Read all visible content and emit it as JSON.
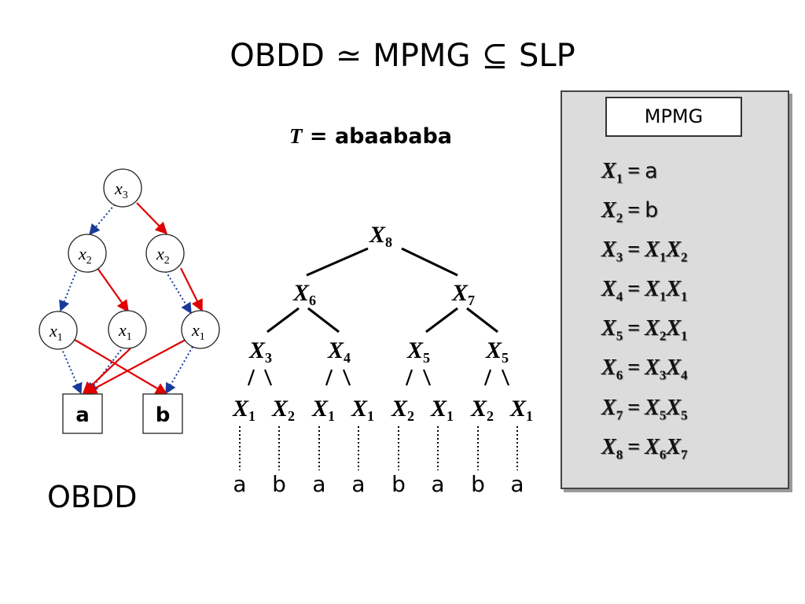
{
  "title": {
    "left": "OBDD",
    "sym1": "≃",
    "middle": "MPMG",
    "sym2": "⊆",
    "right": "SLP"
  },
  "text_string": {
    "var": "T",
    "eq": "=",
    "value": "abaababa"
  },
  "obdd": {
    "label": "OBDD",
    "nodes": [
      {
        "var": "x",
        "sub": "3"
      },
      {
        "var": "x",
        "sub": "2"
      },
      {
        "var": "x",
        "sub": "2"
      },
      {
        "var": "x",
        "sub": "1"
      },
      {
        "var": "x",
        "sub": "1"
      },
      {
        "var": "x",
        "sub": "1"
      }
    ],
    "terminals": [
      "a",
      "b"
    ],
    "colors": {
      "one_edge": "#e00000",
      "zero_edge": "#1a3a9a"
    }
  },
  "tree": {
    "root": {
      "var": "X",
      "sub": "8"
    },
    "level1": [
      {
        "var": "X",
        "sub": "6"
      },
      {
        "var": "X",
        "sub": "7"
      }
    ],
    "level2": [
      {
        "var": "X",
        "sub": "3"
      },
      {
        "var": "X",
        "sub": "4"
      },
      {
        "var": "X",
        "sub": "5"
      },
      {
        "var": "X",
        "sub": "5"
      }
    ],
    "level3": [
      {
        "var": "X",
        "sub": "1"
      },
      {
        "var": "X",
        "sub": "2"
      },
      {
        "var": "X",
        "sub": "1"
      },
      {
        "var": "X",
        "sub": "1"
      },
      {
        "var": "X",
        "sub": "2"
      },
      {
        "var": "X",
        "sub": "1"
      },
      {
        "var": "X",
        "sub": "2"
      },
      {
        "var": "X",
        "sub": "1"
      }
    ],
    "leaves": [
      "a",
      "b",
      "a",
      "a",
      "b",
      "a",
      "b",
      "a"
    ]
  },
  "mpmg": {
    "title": "MPMG",
    "rules": [
      {
        "lhs": "X",
        "lsub": "1",
        "rhs_terminal": "a"
      },
      {
        "lhs": "X",
        "lsub": "2",
        "rhs_terminal": "b"
      },
      {
        "lhs": "X",
        "lsub": "3",
        "rhs": [
          {
            "v": "X",
            "s": "1"
          },
          {
            "v": "X",
            "s": "2"
          }
        ]
      },
      {
        "lhs": "X",
        "lsub": "4",
        "rhs": [
          {
            "v": "X",
            "s": "1"
          },
          {
            "v": "X",
            "s": "1"
          }
        ]
      },
      {
        "lhs": "X",
        "lsub": "5",
        "rhs": [
          {
            "v": "X",
            "s": "2"
          },
          {
            "v": "X",
            "s": "1"
          }
        ]
      },
      {
        "lhs": "X",
        "lsub": "6",
        "rhs": [
          {
            "v": "X",
            "s": "3"
          },
          {
            "v": "X",
            "s": "4"
          }
        ]
      },
      {
        "lhs": "X",
        "lsub": "7",
        "rhs": [
          {
            "v": "X",
            "s": "5"
          },
          {
            "v": "X",
            "s": "5"
          }
        ]
      },
      {
        "lhs": "X",
        "lsub": "8",
        "rhs": [
          {
            "v": "X",
            "s": "6"
          },
          {
            "v": "X",
            "s": "7"
          }
        ]
      }
    ]
  }
}
